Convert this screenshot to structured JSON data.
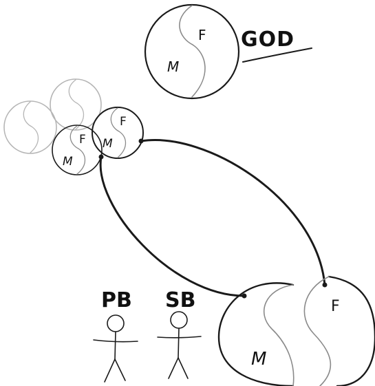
{
  "labels": {
    "god": "GOD",
    "pb": "PB",
    "sb": "SB",
    "m": "M",
    "f": "F"
  },
  "colors": {
    "ink": "#1a1a1a",
    "soft_ink": "#8a8a8a",
    "pale_ink": "#b5b5b5",
    "background": "#ffffff"
  }
}
